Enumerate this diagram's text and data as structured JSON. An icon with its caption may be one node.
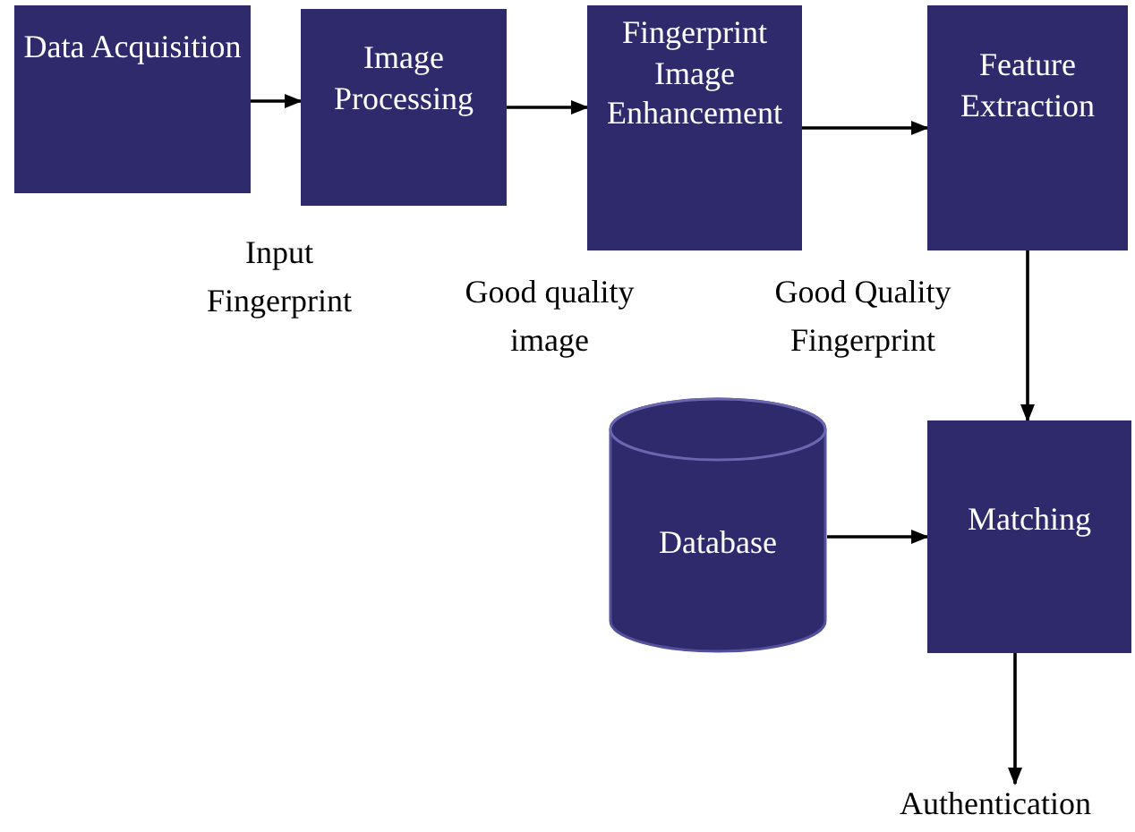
{
  "diagram": {
    "nodes": [
      {
        "text": [
          "Data Acquisition"
        ]
      },
      {
        "text": [
          "Image Processing"
        ]
      },
      {
        "text": [
          "Fingerprint Image Enhancement"
        ]
      },
      {
        "text": [
          "Feature Extraction"
        ]
      },
      {
        "text": [
          "Database"
        ]
      },
      {
        "text": [
          "Matching"
        ]
      },
      {
        "text": [
          "Authentication"
        ]
      }
    ],
    "edges": [
      {
        "from": 0,
        "to": 1,
        "arrow": "to"
      },
      {
        "from": 1,
        "to": 2,
        "arrow": "to"
      },
      {
        "from": 2,
        "to": 3,
        "arrow": "to"
      },
      {
        "from": 3,
        "to": 5,
        "arrow": "to"
      },
      {
        "from": 4,
        "to": 5,
        "arrow": "to"
      },
      {
        "from": 5,
        "to": 6,
        "arrow": "to"
      }
    ],
    "labels": [
      "Input Fingerprint",
      "Good quality image",
      "Good Quality Fingerprint"
    ]
  }
}
